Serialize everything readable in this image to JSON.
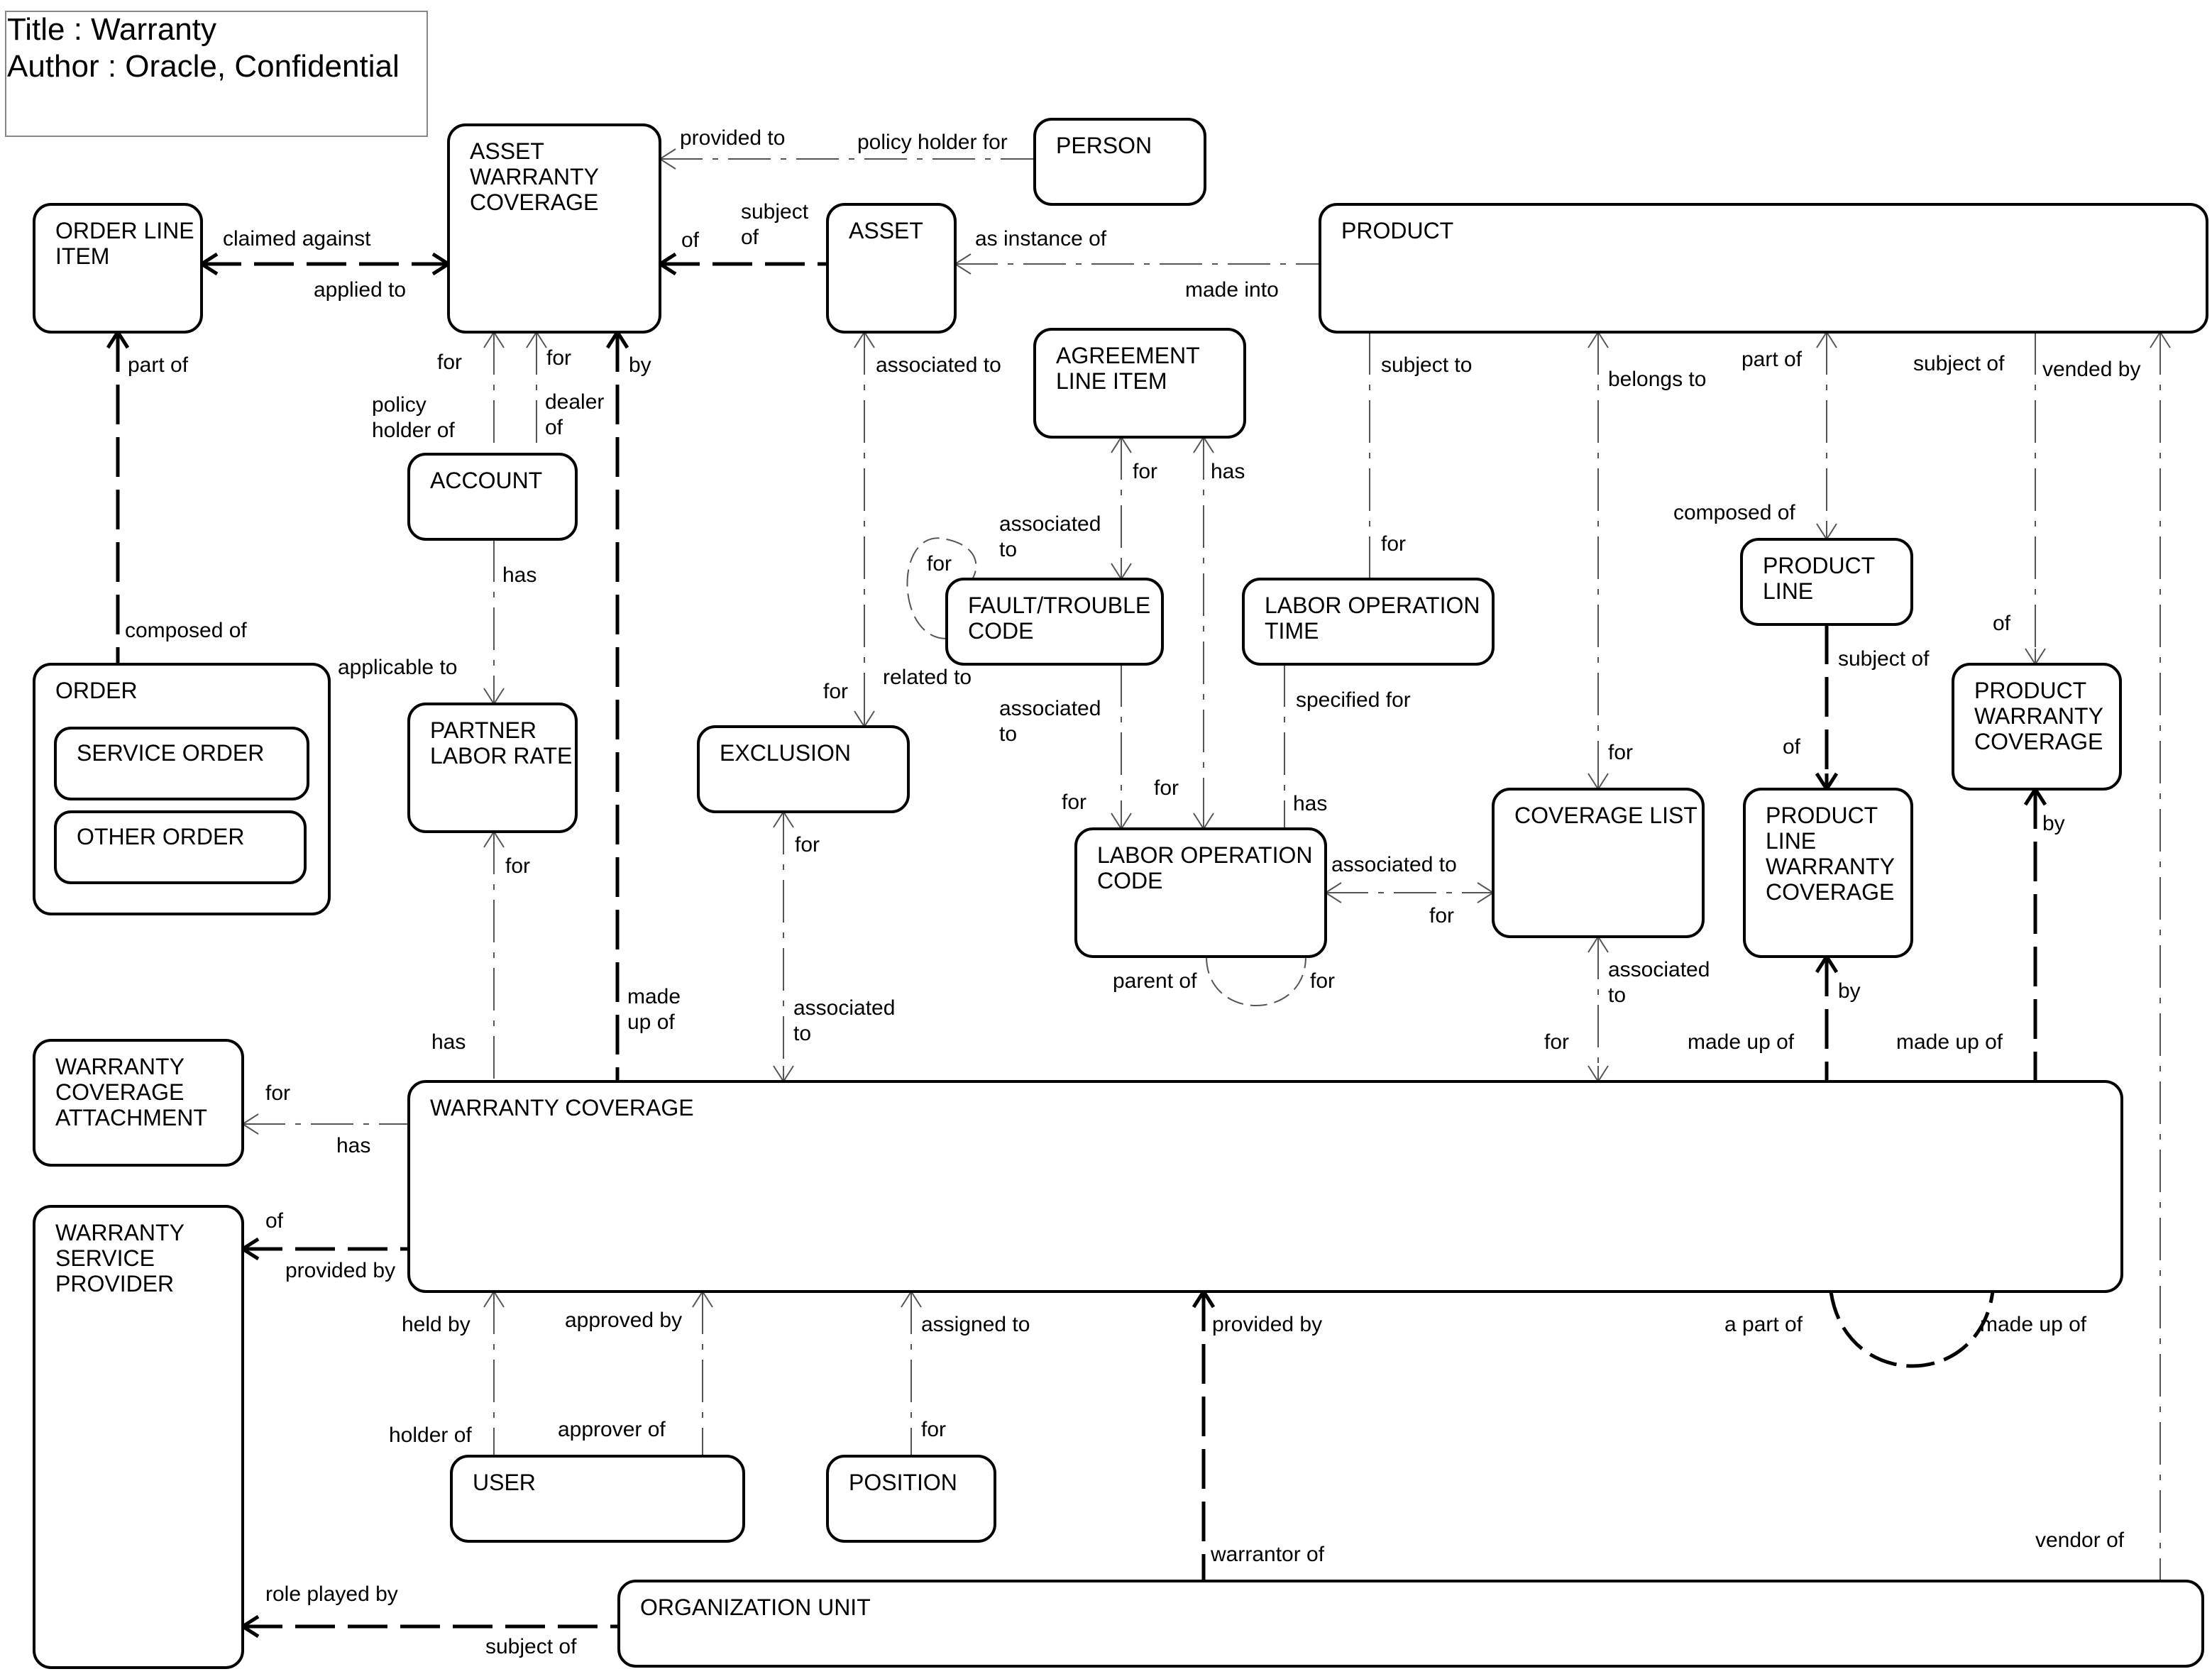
{
  "title_block": {
    "title": "Title : Warranty",
    "author": "Author : Oracle, Confidential"
  },
  "entities": {
    "order_line_item": [
      "ORDER LINE",
      "ITEM"
    ],
    "asset_warranty_coverage": [
      "ASSET",
      "WARRANTY",
      "COVERAGE"
    ],
    "person": [
      "PERSON"
    ],
    "asset": [
      "ASSET"
    ],
    "product": [
      "PRODUCT"
    ],
    "agreement_line_item": [
      "AGREEMENT",
      "LINE ITEM"
    ],
    "account": [
      "ACCOUNT"
    ],
    "fault_trouble_code": [
      "FAULT/TROUBLE",
      "CODE"
    ],
    "labor_operation_time": [
      "LABOR OPERATION",
      "TIME"
    ],
    "product_line": [
      "PRODUCT",
      "LINE"
    ],
    "order": [
      "ORDER"
    ],
    "service_order": [
      "SERVICE ORDER"
    ],
    "other_order": [
      "OTHER ORDER"
    ],
    "partner_labor_rate": [
      "PARTNER",
      "LABOR RATE"
    ],
    "exclusion": [
      "EXCLUSION"
    ],
    "labor_operation_code": [
      "LABOR OPERATION",
      "CODE"
    ],
    "coverage_list": [
      "COVERAGE LIST"
    ],
    "product_line_warranty_coverage": [
      "PRODUCT",
      "LINE",
      "WARRANTY",
      "COVERAGE"
    ],
    "product_warranty_coverage": [
      "PRODUCT",
      "WARRANTY",
      "COVERAGE"
    ],
    "warranty_coverage_attachment": [
      "WARRANTY",
      "COVERAGE",
      "ATTACHMENT"
    ],
    "warranty_coverage": [
      "WARRANTY COVERAGE"
    ],
    "warranty_service_provider": [
      "WARRANTY",
      "SERVICE",
      "PROVIDER"
    ],
    "user": [
      "USER"
    ],
    "position": [
      "POSITION"
    ],
    "organization_unit": [
      "ORGANIZATION UNIT"
    ]
  },
  "relationship_labels": [
    [
      "provided to"
    ],
    [
      "policy holder for"
    ],
    [
      "claimed against"
    ],
    [
      "applied to"
    ],
    [
      "of"
    ],
    [
      "subject",
      "of"
    ],
    [
      "as instance of"
    ],
    [
      "made into"
    ],
    [
      "part of"
    ],
    [
      "for"
    ],
    [
      "for"
    ],
    [
      "by"
    ],
    [
      "policy",
      "holder of"
    ],
    [
      "dealer",
      "of"
    ],
    [
      "associated to"
    ],
    [
      "subject to"
    ],
    [
      "belongs to"
    ],
    [
      "part of"
    ],
    [
      "subject of"
    ],
    [
      "vended by"
    ],
    [
      "for"
    ],
    [
      "has"
    ],
    [
      "has"
    ],
    [
      "associated",
      "to"
    ],
    [
      "for"
    ],
    [
      "for"
    ],
    [
      "composed of"
    ],
    [
      "composed of"
    ],
    [
      "applicable to"
    ],
    [
      "related to"
    ],
    [
      "for"
    ],
    [
      "associated",
      "to"
    ],
    [
      "specified for"
    ],
    [
      "subject of"
    ],
    [
      "of"
    ],
    [
      "of"
    ],
    [
      "by"
    ],
    [
      "for"
    ],
    [
      "for"
    ],
    [
      "for"
    ],
    [
      "has"
    ],
    [
      "associated to"
    ],
    [
      "for"
    ],
    [
      "for"
    ],
    [
      "for"
    ],
    [
      "parent of"
    ],
    [
      "for"
    ],
    [
      "associated",
      "to"
    ],
    [
      "by"
    ],
    [
      "has"
    ],
    [
      "made",
      "up of"
    ],
    [
      "associated",
      "to"
    ],
    [
      "for"
    ],
    [
      "made up of"
    ],
    [
      "made up of"
    ],
    [
      "for"
    ],
    [
      "has"
    ],
    [
      "of"
    ],
    [
      "provided by"
    ],
    [
      "held by"
    ],
    [
      "approved by"
    ],
    [
      "assigned to"
    ],
    [
      "provided by"
    ],
    [
      "a part of"
    ],
    [
      "made up of"
    ],
    [
      "holder of"
    ],
    [
      "approver of"
    ],
    [
      "for"
    ],
    [
      "warrantor of"
    ],
    [
      "vendor of"
    ],
    [
      "role played by"
    ],
    [
      "subject of"
    ]
  ]
}
